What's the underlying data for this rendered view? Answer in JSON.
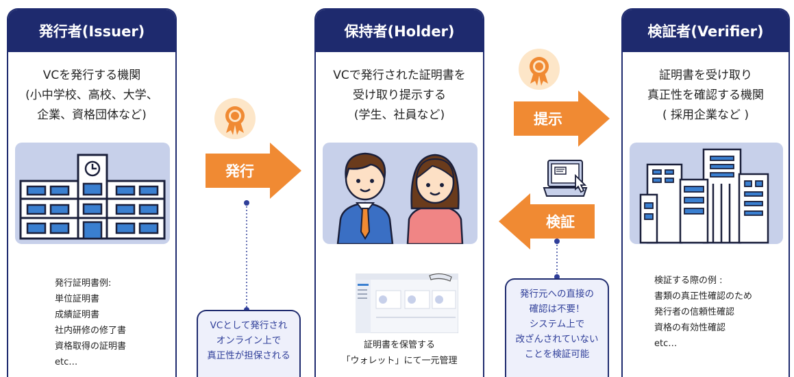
{
  "issuer": {
    "title": "発行者(Issuer)",
    "desc": [
      "VCを発行する機関",
      "(小中学校、高校、大学、",
      "企業、資格団体など)"
    ],
    "examples": [
      "発行証明書例:",
      "単位証明書",
      "成績証明書",
      "社内研修の修了書",
      "資格取得の証明書",
      "etc…"
    ]
  },
  "holder": {
    "title": "保持者(Holder)",
    "desc": [
      "VCで発行された証明書を",
      "受け取り提示する",
      "(学生、社員など)"
    ],
    "wallet_caption": [
      "証明書を保管する",
      "「ウォレット」にて一元管理"
    ]
  },
  "verifier": {
    "title": "検証者(Verifier)",
    "desc": [
      "証明書を受け取り",
      "真正性を確認する機関",
      "( 採用企業など )"
    ],
    "examples": [
      "検証する際の例 :",
      "書類の真正性確認のため",
      "発行者の信頼性確認",
      "資格の有効性確認",
      "etc…"
    ]
  },
  "arrows": {
    "issue": "発行",
    "present": "提示",
    "verify": "検証"
  },
  "notes": {
    "issue": [
      "VCとして発行され",
      "オンライン上で",
      "真正性が担保される"
    ],
    "verify": [
      "発行元への直接の",
      "確認は不要！",
      "システム上で",
      "改ざんされていない",
      "ことを検証可能"
    ]
  },
  "colors": {
    "navy": "#1e2a6e",
    "orange": "#f08a33",
    "illustration_bg": "#c7d0ea",
    "note_bg": "#eef0fb",
    "note_text": "#2f3e99"
  },
  "icons": {
    "medal": "award-medal-icon",
    "laptop": "laptop-cursor-icon",
    "school": "school-building-icon",
    "people": "student-employee-icon",
    "buildings": "office-buildings-icon",
    "wallet": "wallet-screenshot-icon"
  }
}
